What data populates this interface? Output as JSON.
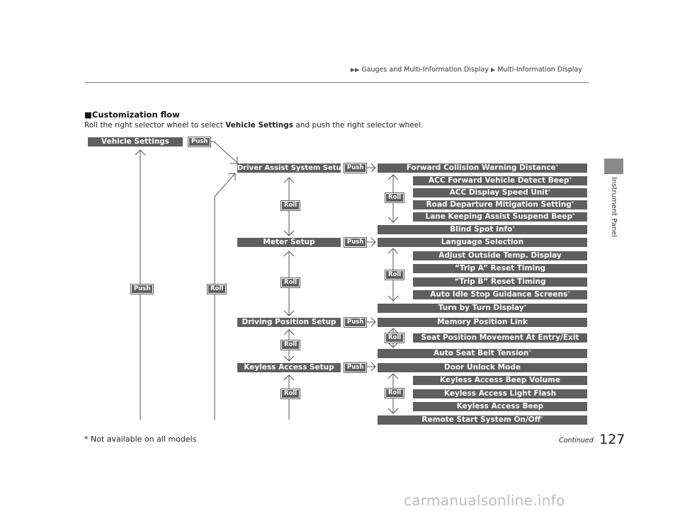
{
  "header": {
    "crumb1": "Gauges and Multi-Information Display",
    "crumb2": "Multi-Information Display"
  },
  "side_tab": "Instrument Panel",
  "section": {
    "heading": "Customization flow",
    "intro_pre": "Roll the right selector wheel to select ",
    "intro_bold": "Vehicle Settings",
    "intro_post": " and push the right selector wheel."
  },
  "flow": {
    "root": "Vehicle Settings",
    "groups": [
      {
        "name": "Driver Assist System Setup",
        "items": [
          "Forward Collision Warning Distance*",
          "ACC Forward Vehicle Detect Beep*",
          "ACC Display Speed Unit*",
          "Road Departure Mitigation Setting*",
          "Lane Keeping Assist Suspend Beep*",
          "Blind Spot Info*"
        ]
      },
      {
        "name": "Meter Setup",
        "items": [
          "Language Selection",
          "Adjust Outside Temp. Display",
          "“Trip A” Reset Timing",
          "“Trip B” Reset Timing",
          "Auto Idle Stop Guidance Screens*",
          "Turn by Turn Display*"
        ]
      },
      {
        "name": "Driving Position Setup",
        "items": [
          "Memory Position Link",
          "Seat Position Movement At Entry/Exit",
          "Auto Seat Belt Tension*"
        ]
      },
      {
        "name": "Keyless Access Setup",
        "items": [
          "Door Unlock Mode",
          "Keyless Access Beep Volume",
          "Keyless Access Light Flash",
          "Keyless Access Beep",
          "Remote Start System On/Off*"
        ]
      }
    ],
    "push_label": "Push",
    "roll_label": "Roll"
  },
  "footer": {
    "footnote": "* Not available on all models",
    "continued": "Continued",
    "page_number": "127"
  },
  "watermark": "carmanualsonline.info",
  "colors": {
    "bar": "#5f5f5f",
    "line": "#555555"
  }
}
